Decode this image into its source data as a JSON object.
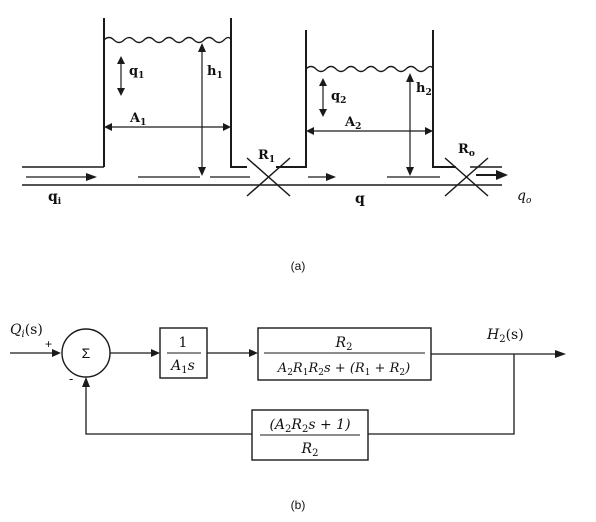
{
  "part_a": {
    "caption": "(a)",
    "tank1": {
      "q_label": "q",
      "q_sub": "1",
      "h_label": "h",
      "h_sub": "1",
      "a_label": "A",
      "a_sub": "1"
    },
    "tank2": {
      "q_label": "q",
      "q_sub": "2",
      "h_label": "h",
      "h_sub": "2",
      "a_label": "A",
      "a_sub": "2"
    },
    "valve1": {
      "label": "R",
      "sub": "1"
    },
    "valve2": {
      "label": "R",
      "sub": "o"
    },
    "flows": {
      "inflow": {
        "label": "q",
        "sub": "i"
      },
      "middle": {
        "label": "q"
      },
      "outflow": {
        "label": "q",
        "sub": "o"
      }
    }
  },
  "part_b": {
    "caption": "(b)",
    "input": {
      "label": "Q",
      "sub": "i",
      "arg": "(s)"
    },
    "output": {
      "label": "H",
      "sub": "2",
      "arg": "(s)"
    },
    "summing": {
      "symbol": "Σ",
      "plus": "+",
      "minus": "-"
    },
    "block1": {
      "num": "1",
      "den_A": "A",
      "den_sub": "1",
      "den_s": "s"
    },
    "block2": {
      "num": "R",
      "num_sub": "2",
      "den_parts": [
        "A",
        "2",
        "R",
        "1",
        "R",
        "2",
        "s + (R",
        "1",
        " + R",
        "2",
        ")"
      ]
    },
    "feedback": {
      "num_parts": [
        "(A",
        "2",
        "R",
        "2",
        "s + 1)"
      ],
      "den": "R",
      "den_sub": "2"
    }
  }
}
